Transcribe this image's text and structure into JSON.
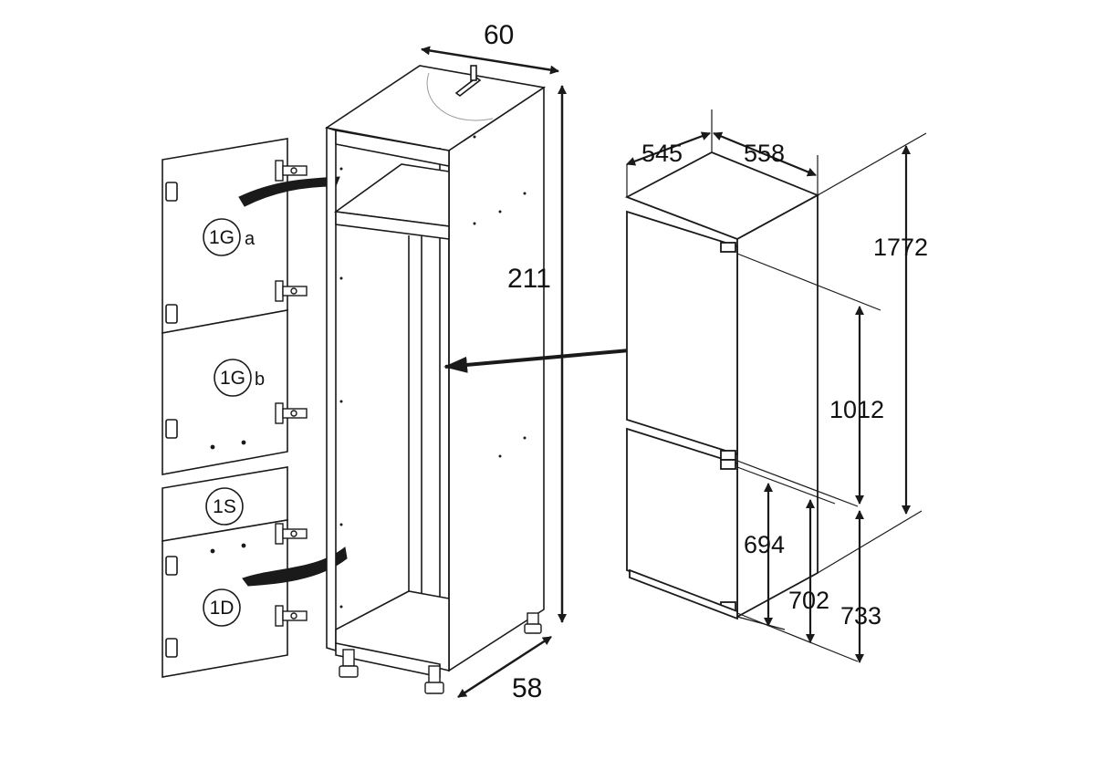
{
  "cabinet": {
    "dims": {
      "width": "60",
      "height": "211",
      "depth": "58"
    }
  },
  "doors": {
    "upper_top": {
      "code": "1G",
      "suffix": "a"
    },
    "upper_bottom": {
      "code": "1G",
      "suffix": "b"
    },
    "strip": {
      "code": "1S"
    },
    "lower": {
      "code": "1D"
    }
  },
  "fridge": {
    "dims": {
      "depth": "545",
      "width": "558",
      "total_height": "1772",
      "upper_door_height": "1012",
      "lower_door_height_a": "694",
      "lower_door_height_b": "702",
      "lower_section_height": "733"
    }
  },
  "colors": {
    "line": "#1a1a1a",
    "background": "#ffffff"
  }
}
